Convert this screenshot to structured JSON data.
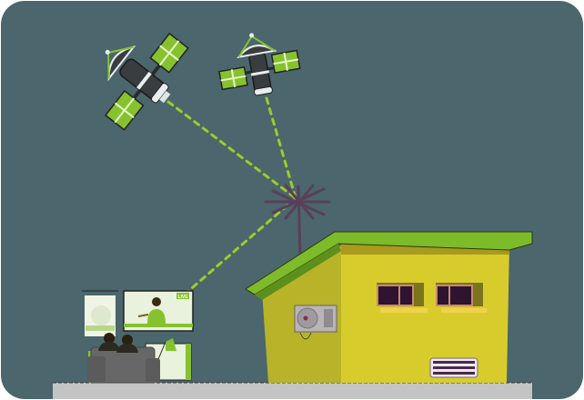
{
  "scene": {
    "description": "Satellites transmitting signal to a rooftop antenna feeding a TV in a living room",
    "colors": {
      "background": "#4b666c",
      "frame": "#ffffff",
      "ground": "#c4c4c4",
      "roof": "#7dbb2a",
      "roof_dark": "#5d8f1c",
      "wall": "#d8cc2c",
      "wall_light": "#e7d43a",
      "wall_side": "#b8b328",
      "window_frame": "#c98770",
      "window_glass": "#2e1430",
      "sill": "#f0d24a",
      "antenna": "#5a3f5a",
      "signal": "#9ccc2a",
      "panel_green": "#86c22e",
      "satellite_body": "#3a3d40",
      "satellite_ring": "#e8eef0",
      "sofa": "#676767",
      "tv_screen": "#e9f2dc",
      "ac_unit": "#b8b4b8",
      "vent": "#efe6ef"
    },
    "satellites": [
      {
        "name": "left-satellite"
      },
      {
        "name": "right-satellite"
      }
    ],
    "tv": {
      "badge": "LIVE"
    },
    "people_count": 2
  }
}
